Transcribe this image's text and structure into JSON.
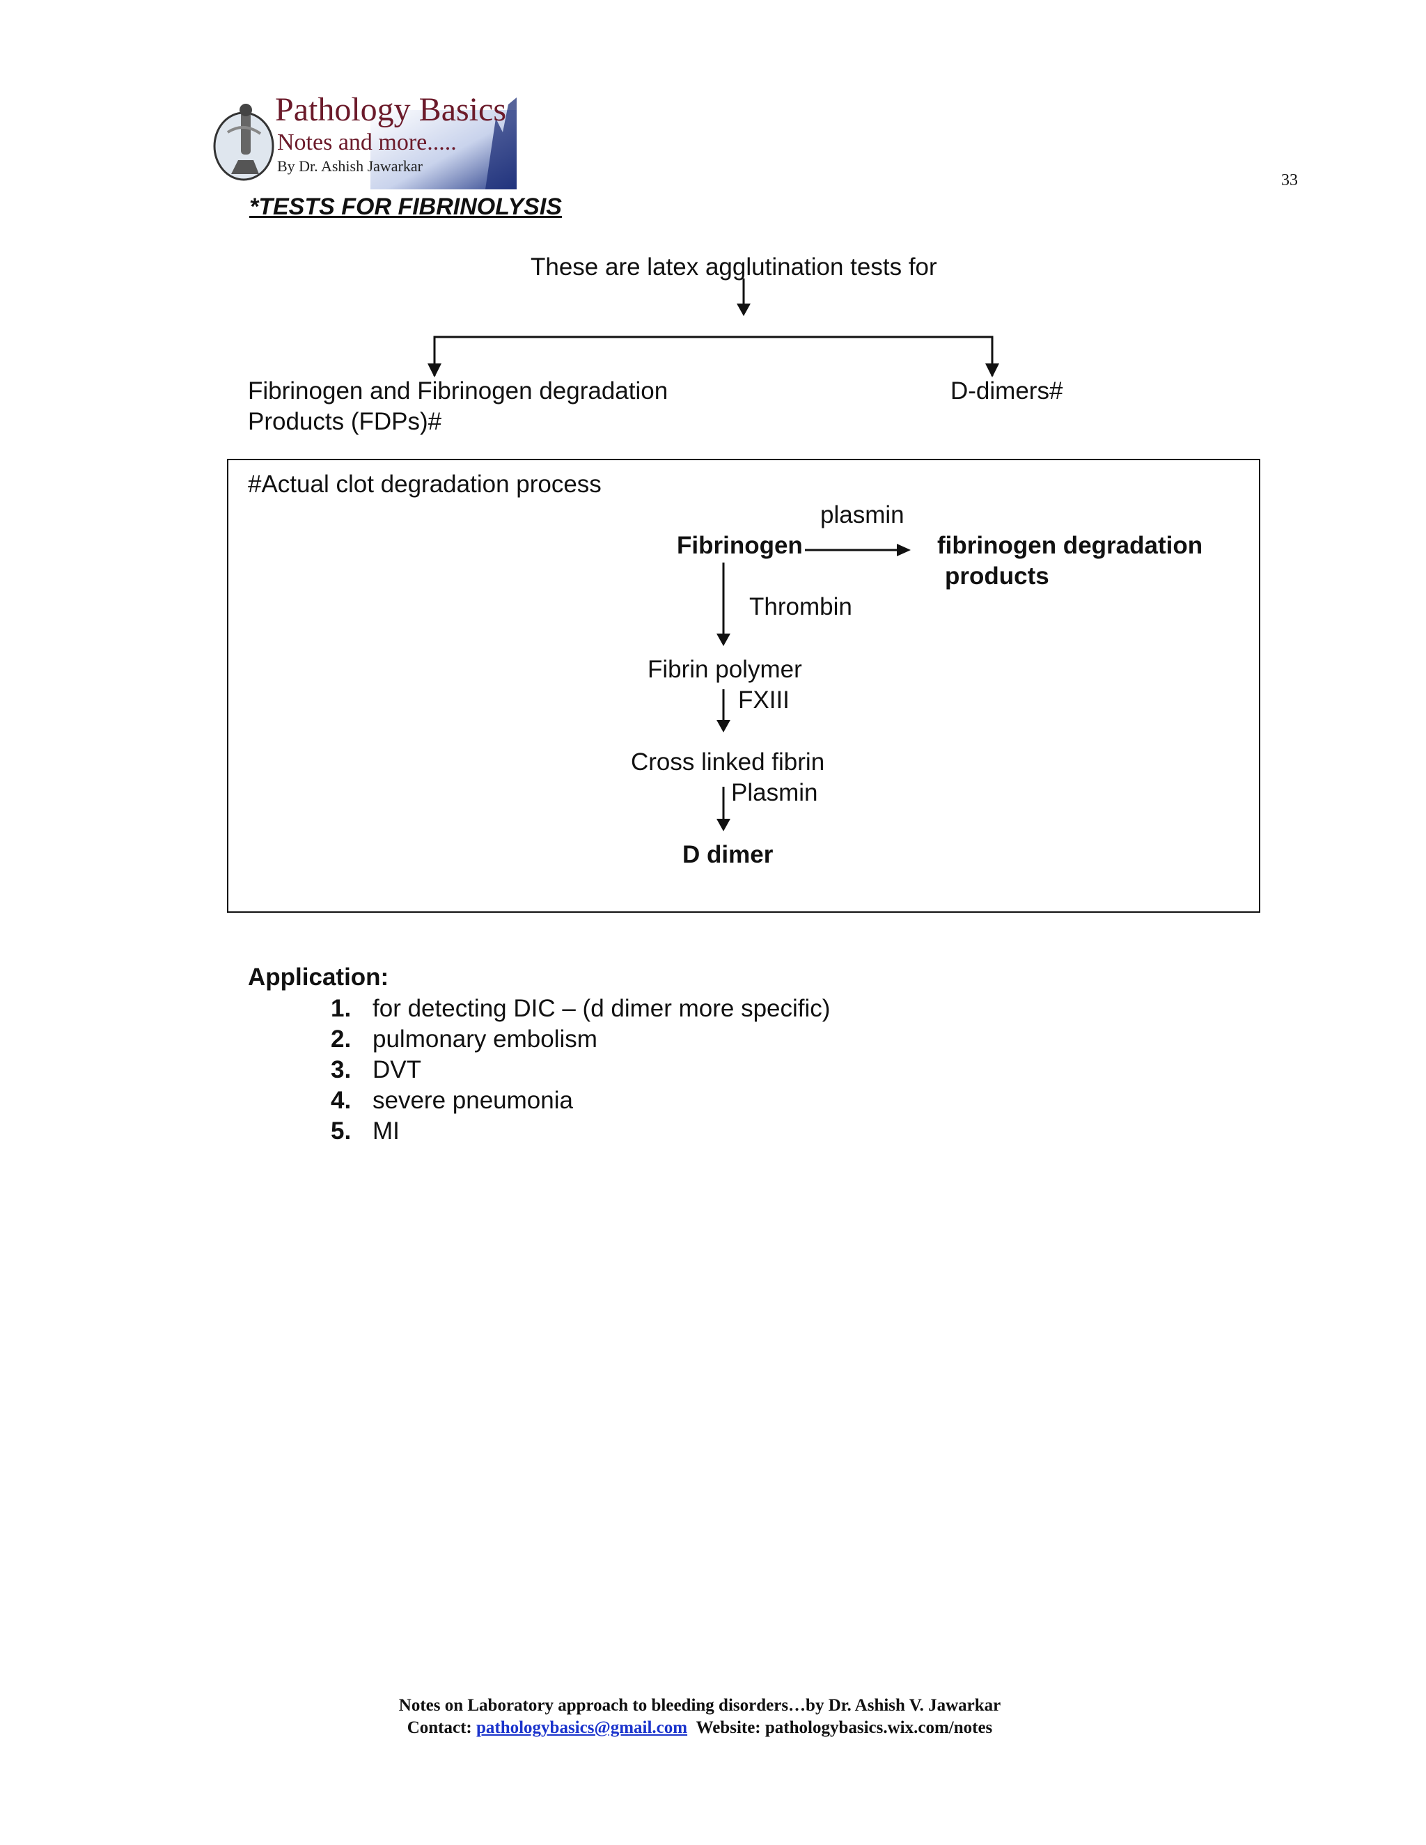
{
  "header": {
    "logo_title": "Pathology Basics",
    "logo_subtitle": "Notes and more.....",
    "logo_author": "By Dr. Ashish Jawarkar",
    "page_number": "33"
  },
  "section_title": "*TESTS FOR FIBRINOLYSIS",
  "tree": {
    "root": "These are latex agglutination tests for",
    "left_line1": "Fibrinogen and Fibrinogen degradation",
    "left_line2": "Products (FDPs)#",
    "right": "D-dimers#"
  },
  "clot_box": {
    "title": "#Actual clot degradation  process",
    "plasmin_top": "plasmin",
    "fibrinogen": "Fibrinogen",
    "fdp_line1": "fibrinogen degradation",
    "fdp_line2": "products",
    "thrombin": "Thrombin",
    "fibrin_polymer": "Fibrin polymer",
    "fxiii": "FXIII",
    "cross_linked": "Cross linked fibrin",
    "plasmin_bottom": "Plasmin",
    "d_dimer": "D dimer"
  },
  "application": {
    "title": "Application:",
    "items": [
      {
        "num": "1.",
        "text": "for detecting DIC – (d dimer more specific)"
      },
      {
        "num": "2.",
        "text": "pulmonary embolism"
      },
      {
        "num": "3.",
        "text": "DVT"
      },
      {
        "num": "4.",
        "text": "severe pneumonia"
      },
      {
        "num": "5.",
        "text": "MI"
      }
    ]
  },
  "footer": {
    "line1": "Notes on Laboratory approach to bleeding disorders…by Dr. Ashish V. Jawarkar",
    "contact_label": "Contact:",
    "email": "pathologybasics@gmail.com",
    "website": "Website: pathologybasics.wix.com/notes"
  }
}
